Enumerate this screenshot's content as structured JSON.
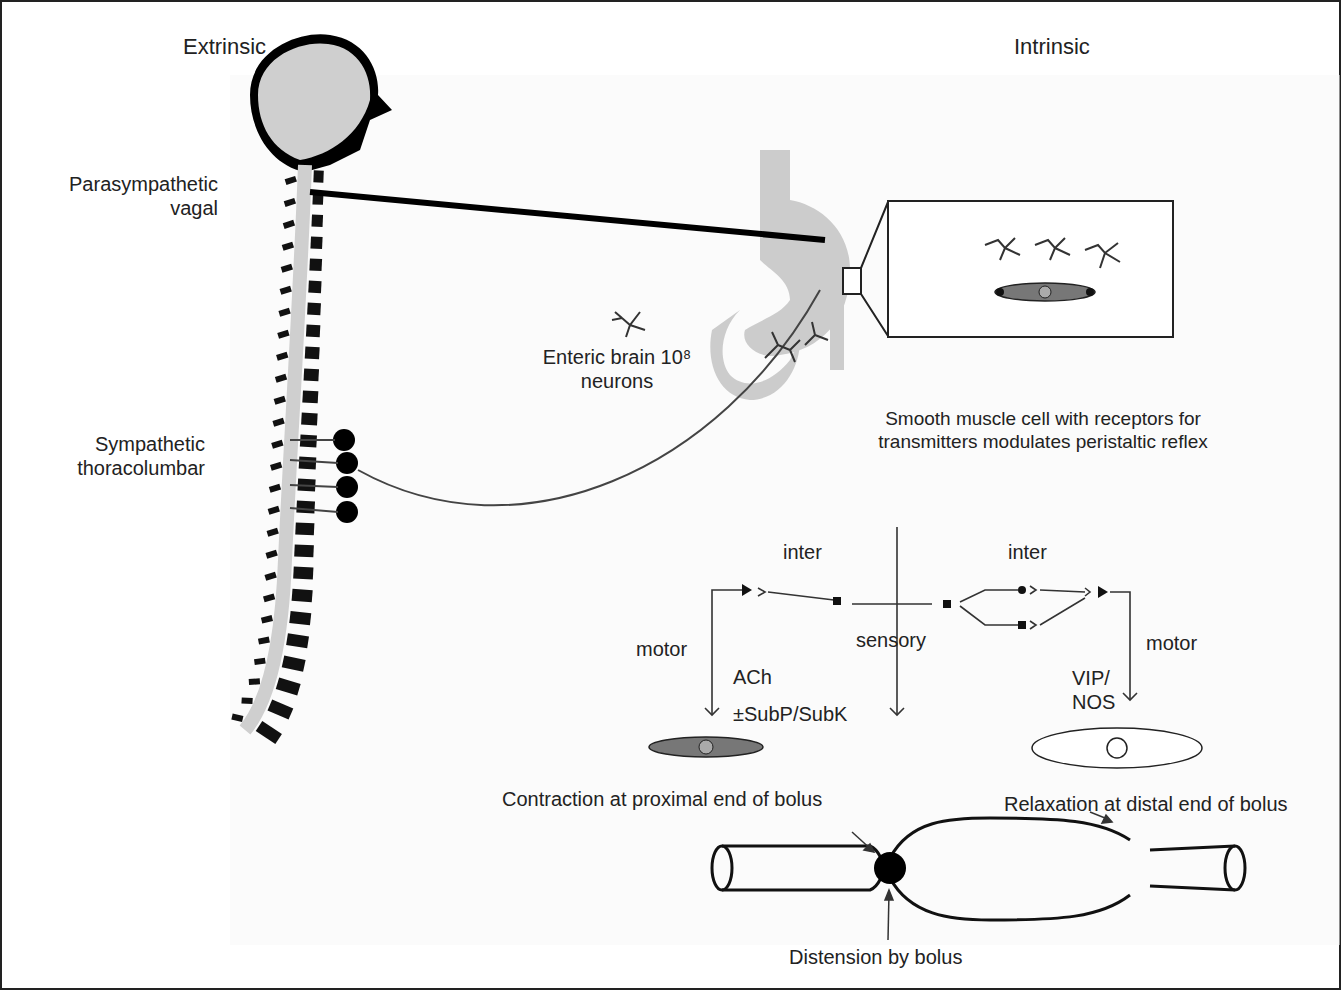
{
  "diagram": {
    "labels": [
      "Extrinsic",
      "Intrinsic",
      "Parasympathetic vagal",
      "Sympathetic thoracolumbar",
      "Enteric brain 10⁸ neurons",
      "Smooth muscle cell with receptors for transmitters modulates peristaltic reflex",
      "inter",
      "inter",
      "motor",
      "sensory",
      "motor",
      "ACh",
      "±SubP/SubK",
      "VIP/ NOS",
      "Contraction at proximal end of bolus",
      "Relaxation at distal end of bolus",
      "Distension by bolus"
    ]
  }
}
